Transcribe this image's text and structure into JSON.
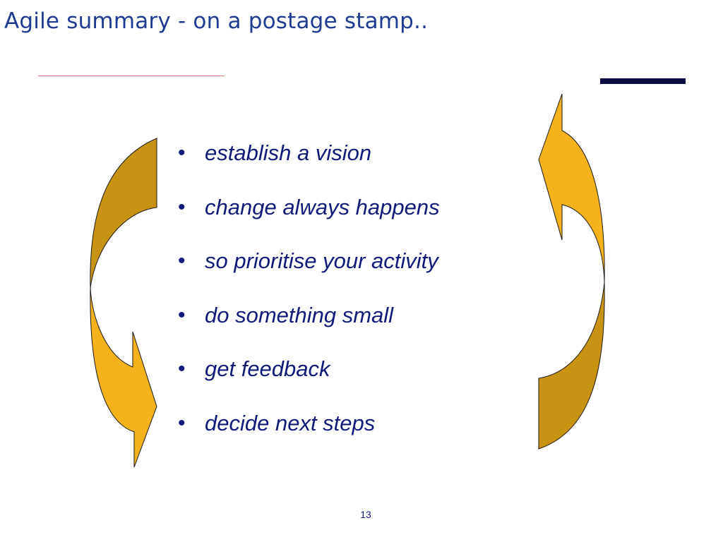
{
  "slide": {
    "title": "Agile summary - on a postage stamp..",
    "page_number": "13"
  },
  "bullets": [
    "establish a vision",
    "change always happens",
    "so prioritise your activity",
    "do something small",
    "get feedback",
    "decide next steps"
  ],
  "bullet_symbol": "•",
  "colors": {
    "title": "#1f3b93",
    "bullet_text": "#101a7a",
    "underline": "#e8806a",
    "corner_bar": "#0b0b45",
    "arrow_light": "#f5b21b",
    "arrow_dark": "#c89212",
    "arrow_outline": "#1a1a1a"
  }
}
